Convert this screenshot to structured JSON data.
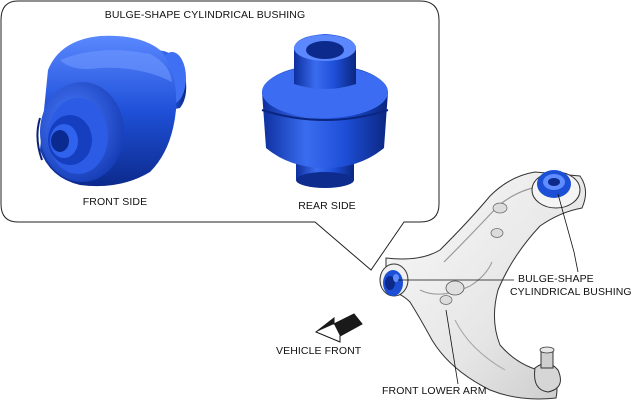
{
  "callout": {
    "title": "BULGE-SHAPE CYLINDRICAL BUSHING",
    "front_label": "FRONT SIDE",
    "rear_label": "REAR SIDE"
  },
  "labels": {
    "bushing_line1": "BULGE-SHAPE",
    "bushing_line2": "CYLINDRICAL BUSHING",
    "vehicle_front": "VEHICLE FRONT",
    "front_lower_arm": "FRONT LOWER ARM"
  },
  "colors": {
    "bushing_blue": "#1c4fd6",
    "bushing_dark": "#0d2a8a",
    "bushing_light": "#5f8dff",
    "arm_light": "#f2f2f2",
    "arm_shadow": "#bdbdbd",
    "outline": "#222222"
  },
  "icons": {
    "direction_arrow": "vehicle-front-arrow-icon"
  }
}
